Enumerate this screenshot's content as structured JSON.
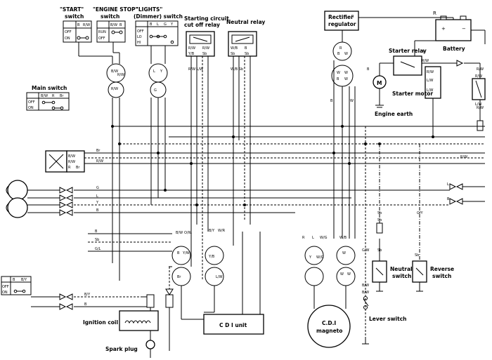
{
  "switches": {
    "start_title": "\"START\"",
    "engine_stop_title": "\"ENGINE STOP\"",
    "lights_title": "\"LIGHTS\"",
    "start_sub": "switch",
    "engine_stop_sub": "switch",
    "lights_sub": "(Dimmer) switch",
    "start_rows": [
      "OFF",
      "ON"
    ],
    "start_cols": [
      "B",
      "R/W"
    ],
    "stop_rows": [
      "RUN",
      "OFF"
    ],
    "stop_cols": [
      "B/W",
      "B"
    ],
    "lights_rows": [
      "OFF",
      "LO",
      "HI"
    ],
    "lights_cols": [
      "B",
      "L",
      "G",
      "Y"
    ]
  },
  "relays": {
    "cutoff_title": "Starting circuit",
    "cutoff_title2": "cut off relay",
    "neutral_title": "Neutral relay",
    "cutoff_pins": [
      "R/W",
      "R/W",
      "Y/B",
      "Sb"
    ],
    "neutral_pins": [
      "W/B",
      "B",
      "Sb",
      "Sb"
    ],
    "cutoff_wires": "R/W L/W",
    "neutral_wires": "W/B  Sb"
  },
  "rectifier": {
    "title": "Rectifier",
    "title2": "regulator",
    "wire_r": "R",
    "wire_w": "W",
    "wire_b": "B"
  },
  "battery": {
    "label": "Battery",
    "wire": "R"
  },
  "starter": {
    "relay_label": "Starter relay",
    "motor_label": "Starter motor",
    "earth_label": "Engine earth",
    "relay_pins": [
      "R/W",
      "L/W",
      "L/W"
    ],
    "wires": [
      "B",
      "R",
      "R/W",
      "L/W",
      "R/W"
    ]
  },
  "main_switch": {
    "title": "Main switch",
    "rows": [
      "OFF",
      "ON"
    ],
    "cols": [
      "B/W",
      "R",
      "Br"
    ],
    "pins": [
      "B/W",
      "R/W",
      "R",
      "Br"
    ]
  },
  "cdi": {
    "unit_label": "C D I  unit",
    "magneto_label": "C.D.I",
    "magneto_label2": "magneto",
    "pins_left": [
      "B/W",
      "O/W",
      "B",
      "Y/W",
      "Br"
    ],
    "pins_mid": [
      "B/Y",
      "W/R",
      "Y/B",
      "L/W"
    ],
    "pins_right": [
      "R",
      "L",
      "W/G",
      "Y",
      "W/G"
    ],
    "pins_mag": [
      "W/B",
      "W",
      "W",
      "W"
    ]
  },
  "ignition": {
    "coil_label": "Ignition coil",
    "plug_label": "Spark plug"
  },
  "switches_right": {
    "neutral_label": "Neutral",
    "neutral_label2": "switch",
    "reverse_label": "Reverse",
    "reverse_label2": "switch",
    "lever_label": "Lever switch",
    "wires": [
      "Sb",
      "G/W",
      "Sb",
      "Sb",
      "B/W",
      "G/Y",
      "B/W",
      "Sb"
    ]
  },
  "bus_labels": {
    "br": "Br",
    "rw": "R/W",
    "g": "G",
    "l": "L",
    "y": "Y",
    "b": "B",
    "sb": "Sb",
    "gl": "G/L",
    "by": "B/Y",
    "w": "W"
  },
  "bottom_left_switch": {
    "rows": [
      "OFF",
      "ON"
    ],
    "cols": [
      "B",
      "B/Y"
    ]
  }
}
